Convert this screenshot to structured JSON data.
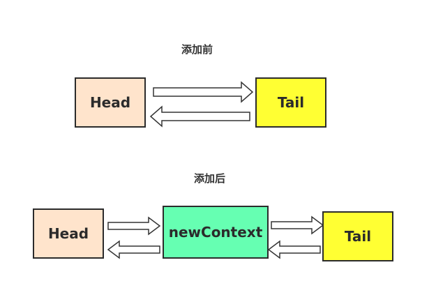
{
  "before": {
    "title": "添加前",
    "nodes": {
      "head": {
        "label": "Head",
        "color": "#FFE4CC"
      },
      "tail": {
        "label": "Tail",
        "color": "#FFFF33"
      }
    }
  },
  "after": {
    "title": "添加后",
    "nodes": {
      "head": {
        "label": "Head",
        "color": "#FFE4CC"
      },
      "new_context": {
        "label": "newContext",
        "color": "#66FFB2"
      },
      "tail": {
        "label": "Tail",
        "color": "#FFFF33"
      }
    }
  },
  "style": {
    "border_color": "#2b2b2b",
    "arrow_fill": "#ffffff",
    "arrow_stroke": "#333333"
  }
}
